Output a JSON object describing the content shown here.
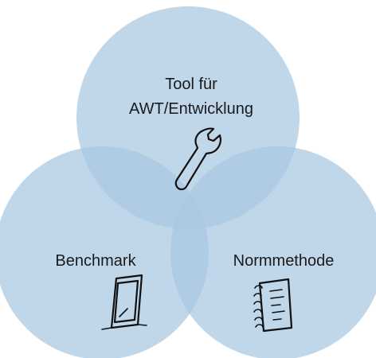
{
  "diagram": {
    "type": "venn",
    "colors": {
      "circle_fill": "#a8c8e2",
      "text": "#1a1a1a",
      "icon_stroke": "#111111"
    },
    "sets": [
      {
        "id": "top",
        "label_lines": [
          "Tool für",
          "AWT/Entwicklung"
        ],
        "icon": "wrench-icon"
      },
      {
        "id": "left",
        "label_lines": [
          "Benchmark"
        ],
        "icon": "tablet-icon"
      },
      {
        "id": "right",
        "label_lines": [
          "Normmethode"
        ],
        "icon": "notebook-icon"
      }
    ]
  }
}
